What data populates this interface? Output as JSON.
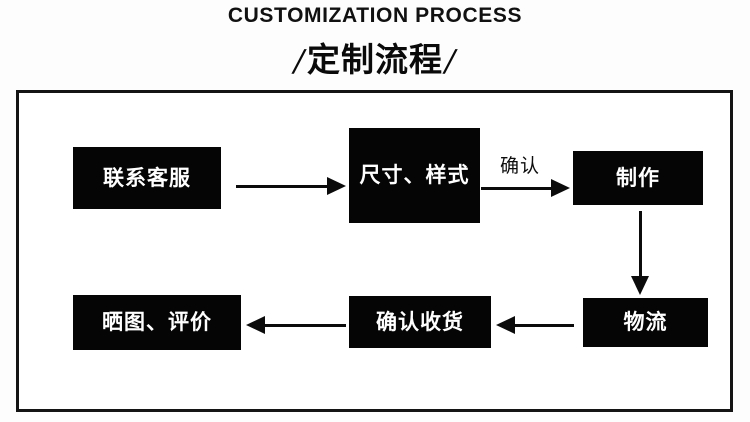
{
  "header": {
    "title_en": "CUSTOMIZATION PROCESS",
    "title_cn": "定制流程",
    "slash_left": "/",
    "slash_right": "/"
  },
  "diagram": {
    "type": "flowchart",
    "frame": {
      "border_color": "#141414"
    },
    "box_fill": "#050505",
    "box_text_color": "#ffffff",
    "steps": [
      {
        "id": "contact",
        "label": "联系客服",
        "order": 1
      },
      {
        "id": "size-style",
        "label": "尺寸、样式",
        "order": 2
      },
      {
        "id": "production",
        "label": "制作",
        "order": 3
      },
      {
        "id": "logistics",
        "label": "物流",
        "order": 4
      },
      {
        "id": "confirm",
        "label": "确认收货",
        "order": 5
      },
      {
        "id": "review",
        "label": "晒图、评价",
        "order": 6
      }
    ],
    "connections": [
      {
        "from": "contact",
        "to": "size-style",
        "direction": "right",
        "label": ""
      },
      {
        "from": "size-style",
        "to": "production",
        "direction": "right",
        "label": "确认"
      },
      {
        "from": "production",
        "to": "logistics",
        "direction": "down",
        "label": ""
      },
      {
        "from": "logistics",
        "to": "confirm",
        "direction": "left",
        "label": ""
      },
      {
        "from": "confirm",
        "to": "review",
        "direction": "left",
        "label": ""
      }
    ],
    "captions": {
      "confirm_step": "确认"
    }
  }
}
